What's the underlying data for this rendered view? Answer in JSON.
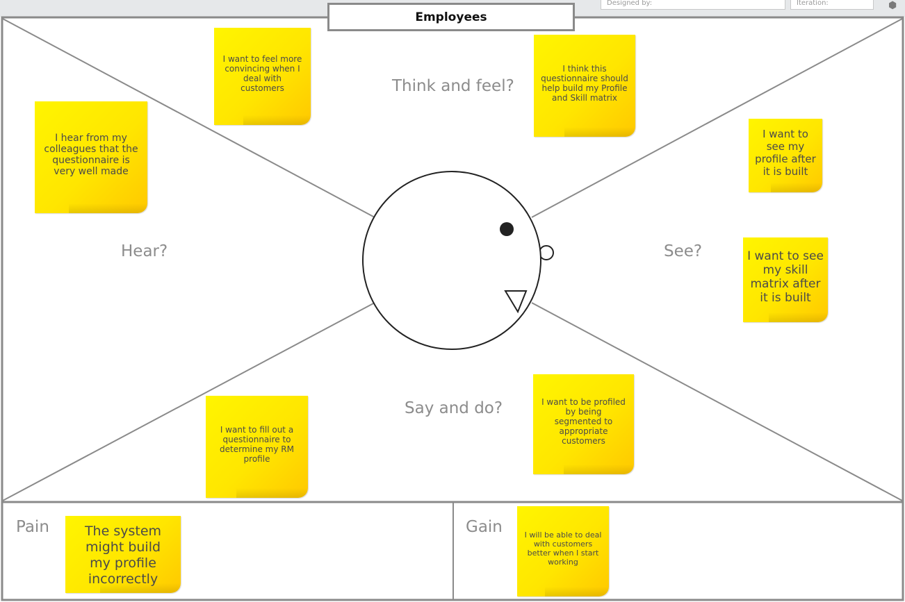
{
  "title": "Employees",
  "header_fields": [
    "Designed by:",
    "Iteration:"
  ],
  "sections": {
    "think": "Think and feel?",
    "hear": "Hear?",
    "see": "See?",
    "say": "Say and do?",
    "pain": "Pain",
    "gain": "Gain"
  },
  "notes": {
    "think_1": "I want to feel more convincing when I deal with customers",
    "think_2": "I think this questionnaire should help build my Profile and Skill matrix",
    "hear_1": "I hear from my colleagues that the questionnaire is very well made",
    "see_1": "I want to see my profile after it is built",
    "see_2": "I want to see my skill matrix after it is built",
    "say_1": "I want to fill out a questionnaire to determine my RM profile",
    "say_2": "I want to be profiled by being segmented to appropriate customers",
    "pain_1": "The system might build my profile incorrectly",
    "gain_1": "I will be able to deal with customers better when I start working"
  },
  "colors": {
    "note_yellow": "#ffe600",
    "border_gray": "#8a8a8a",
    "label_gray": "#8c8c8c"
  }
}
